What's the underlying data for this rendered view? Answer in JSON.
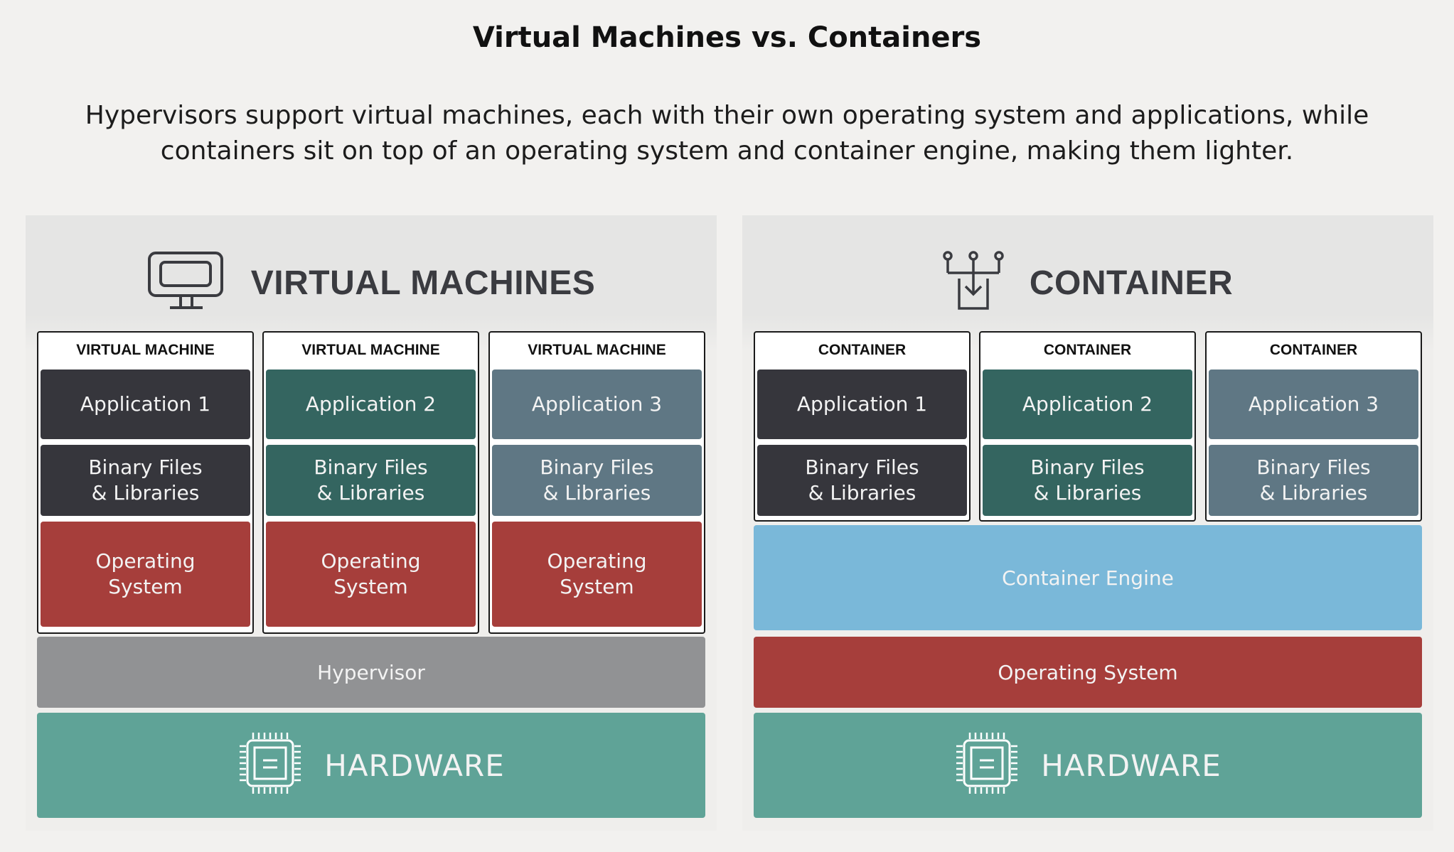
{
  "title": "Virtual Machines vs. Containers",
  "subtitle_line1": "Hypervisors support virtual machines, each with their own operating system and applications, while",
  "subtitle_line2": "containers sit on top of an operating system and container engine, making them lighter.",
  "colors": {
    "app1": "#36363c",
    "app2": "#346560",
    "app3": "#5f7784",
    "os": "#a63e3b",
    "hypervisor": "#919294",
    "engine": "#7ab8d9",
    "hardware": "#5fa397"
  },
  "vm_panel": {
    "title": "VIRTUAL MACHINES",
    "icon": "monitor-icon",
    "columns": [
      {
        "label": "VIRTUAL MACHINE",
        "app": "Application 1",
        "bin1": "Binary Files",
        "bin2": "& Libraries",
        "os1": "Operating",
        "os2": "System"
      },
      {
        "label": "VIRTUAL MACHINE",
        "app": "Application 2",
        "bin1": "Binary Files",
        "bin2": "& Libraries",
        "os1": "Operating",
        "os2": "System"
      },
      {
        "label": "VIRTUAL MACHINE",
        "app": "Application 3",
        "bin1": "Binary Files",
        "bin2": "& Libraries",
        "os1": "Operating",
        "os2": "System"
      }
    ],
    "hypervisor": "Hypervisor",
    "hardware": "HARDWARE",
    "hardware_icon": "chip-icon"
  },
  "container_panel": {
    "title": "CONTAINER",
    "icon": "container-icon",
    "columns": [
      {
        "label": "CONTAINER",
        "app": "Application 1",
        "bin1": "Binary Files",
        "bin2": "& Libraries"
      },
      {
        "label": "CONTAINER",
        "app": "Application 2",
        "bin1": "Binary Files",
        "bin2": "& Libraries"
      },
      {
        "label": "CONTAINER",
        "app": "Application 3",
        "bin1": "Binary Files",
        "bin2": "& Libraries"
      }
    ],
    "engine": "Container Engine",
    "os": "Operating System",
    "hardware": "HARDWARE",
    "hardware_icon": "chip-icon"
  }
}
